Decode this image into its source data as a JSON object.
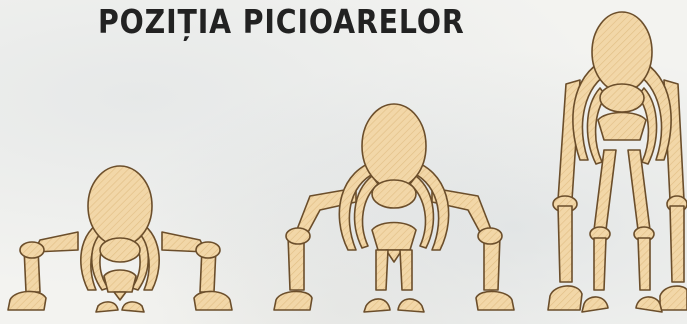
{
  "title": "POZIȚIA PICIOARELOR",
  "colors": {
    "bone_fill": "#f2d7a8",
    "bone_outline": "#6b4e2b",
    "hatch": "#e2bf86",
    "background": "#f3f3f0",
    "title_text": "#222222"
  },
  "figures": [
    {
      "name": "skeleton-low-stance",
      "pose": "low"
    },
    {
      "name": "skeleton-mid-stance",
      "pose": "mid"
    },
    {
      "name": "skeleton-high-stance",
      "pose": "high"
    }
  ]
}
